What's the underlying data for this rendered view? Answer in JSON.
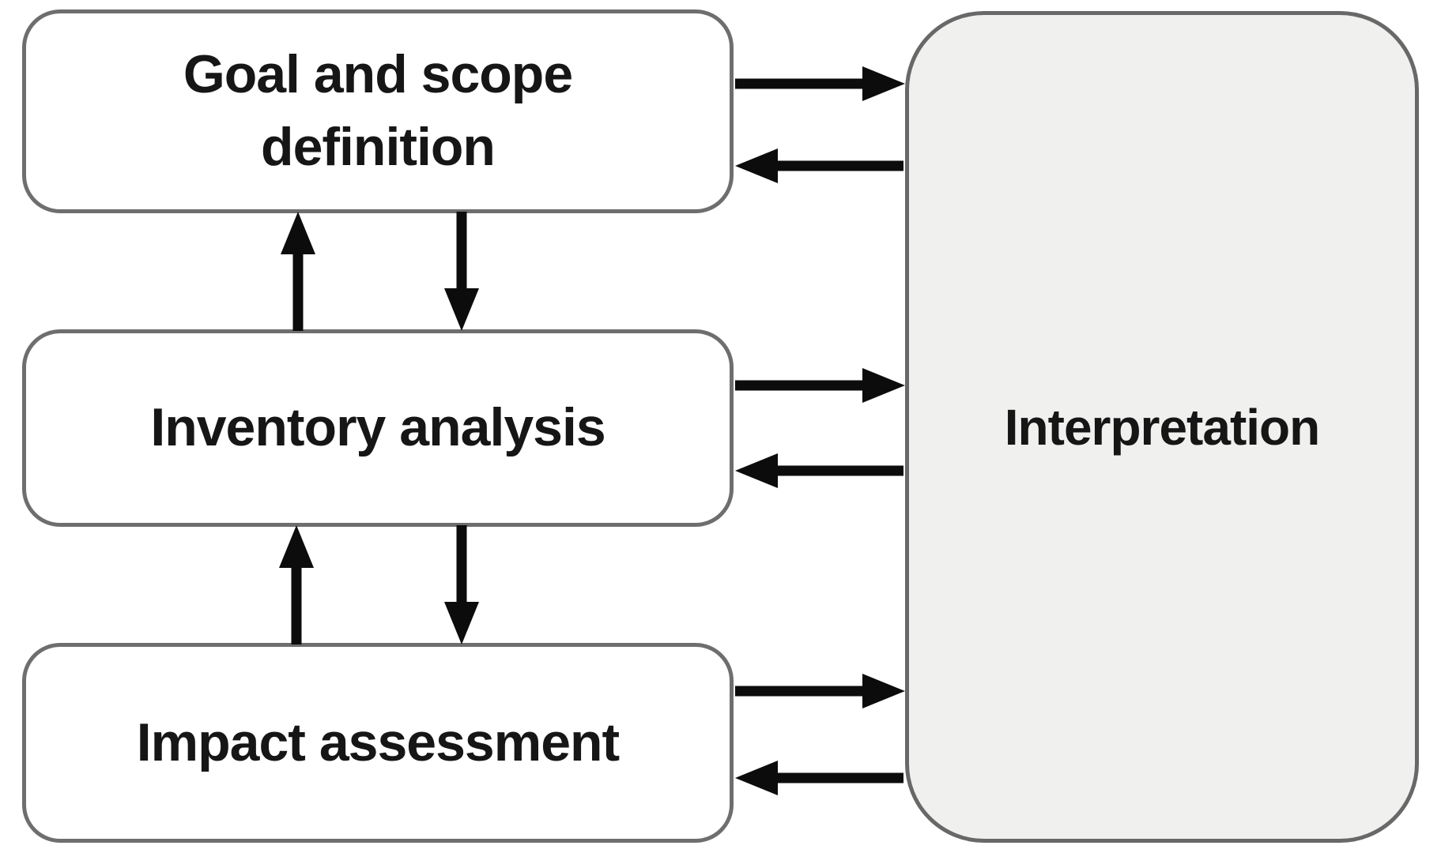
{
  "diagram": {
    "stages": [
      {
        "id": "goal-scope",
        "label": "Goal and scope definition"
      },
      {
        "id": "inventory",
        "label": "Inventory analysis"
      },
      {
        "id": "impact",
        "label": "Impact assessment"
      }
    ],
    "interpretation": {
      "label": "Interpretation"
    }
  },
  "colors": {
    "stage_box_fill": "#ffffff",
    "interpretation_fill": "#f0f0ef",
    "box_border": "#6e6e6e",
    "arrow": "#0c0c0c",
    "text": "#161616",
    "background": "#ffffff"
  }
}
